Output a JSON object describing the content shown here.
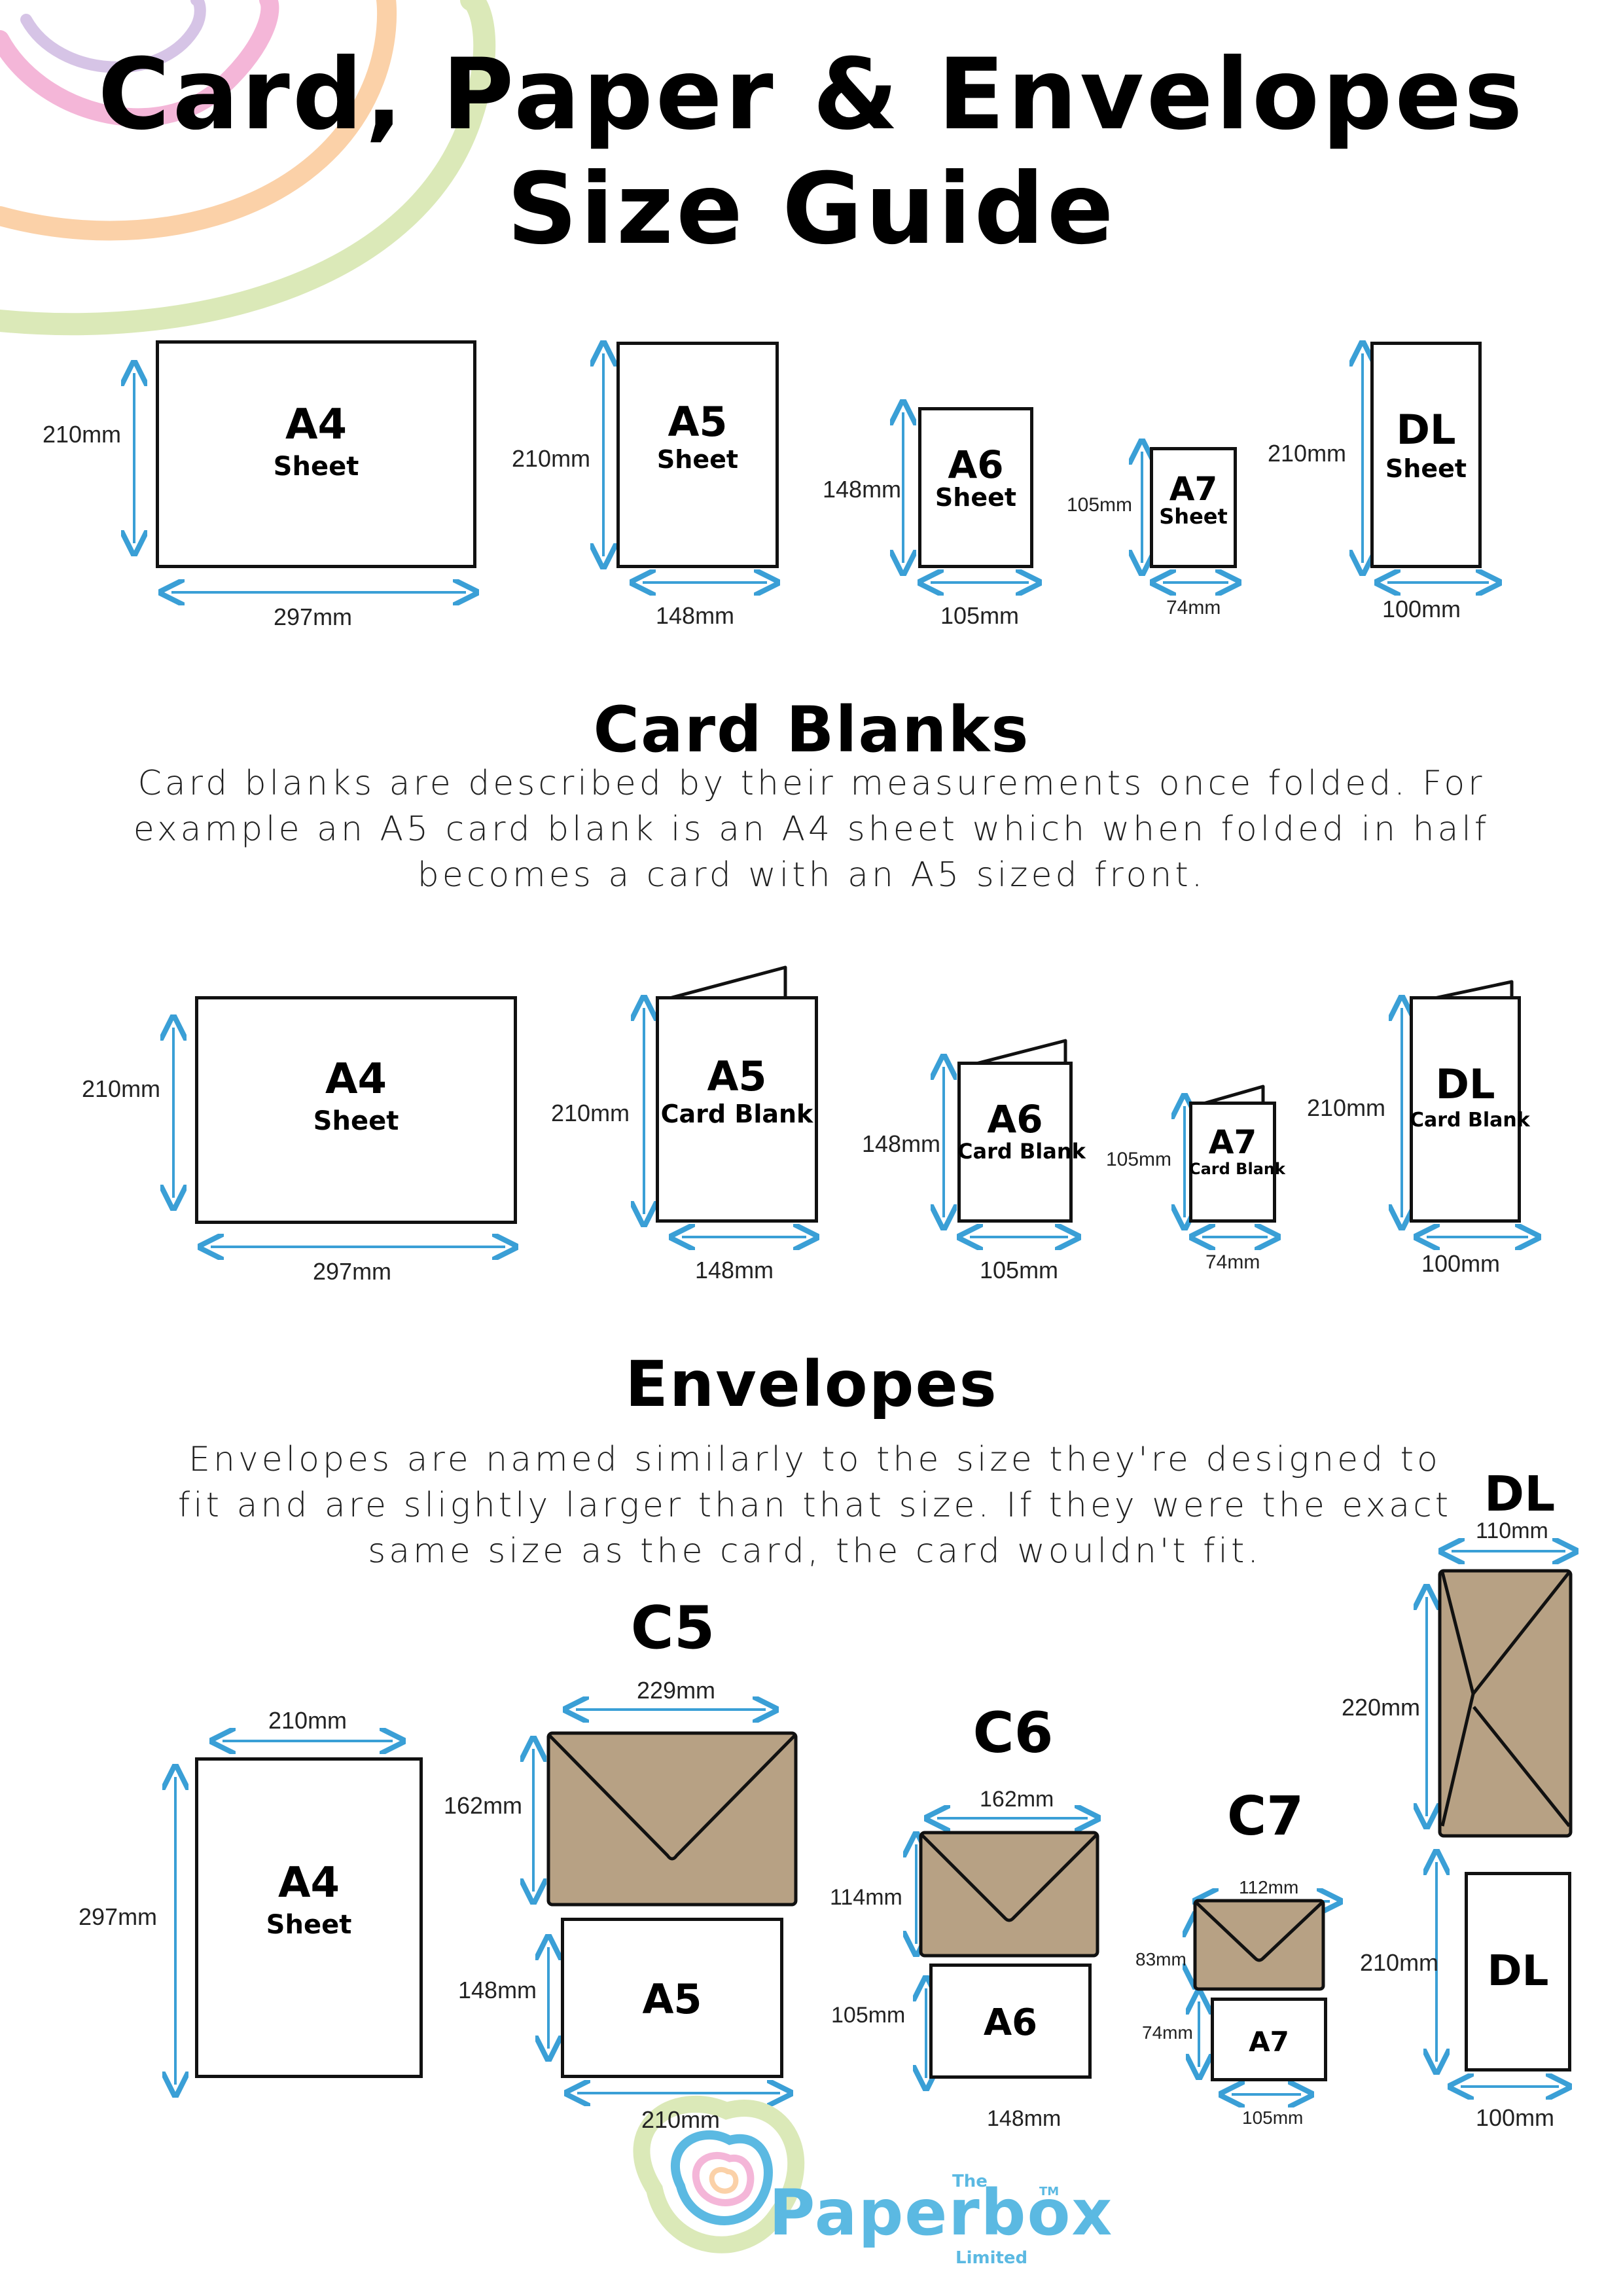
{
  "title": {
    "line1": "Card, Paper & Envelopes",
    "line2": "Size Guide"
  },
  "sheets": [
    {
      "name": "A4",
      "label": "Sheet",
      "height": "210mm",
      "width": "297mm"
    },
    {
      "name": "A5",
      "label": "Sheet",
      "height": "210mm",
      "width": "148mm"
    },
    {
      "name": "A6",
      "label": "Sheet",
      "height": "148mm",
      "width": "105mm"
    },
    {
      "name": "A7",
      "label": "Sheet",
      "height": "105mm",
      "width": "74mm"
    },
    {
      "name": "DL",
      "label": "Sheet",
      "height": "210mm",
      "width": "100mm"
    }
  ],
  "card_blanks": {
    "heading": "Card Blanks",
    "description": "Card blanks are described by their measurements once folded. For example an A5 card blank is an A4 sheet which when folded in half becomes a card with an A5 sized front.",
    "items": [
      {
        "name": "A4",
        "label": "Sheet",
        "height": "210mm",
        "width": "297mm"
      },
      {
        "name": "A5",
        "label": "Card Blank",
        "height": "210mm",
        "width": "148mm"
      },
      {
        "name": "A6",
        "label": "Card Blank",
        "height": "148mm",
        "width": "105mm"
      },
      {
        "name": "A7",
        "label": "Card Blank",
        "height": "105mm",
        "width": "74mm"
      },
      {
        "name": "DL",
        "label": "Card Blank",
        "height": "210mm",
        "width": "100mm"
      }
    ]
  },
  "envelopes": {
    "heading": "Envelopes",
    "description": "Envelopes are named similarly to the size they're designed to fit and are slightly larger than that size. If they were the exact same size as the card, the card wouldn't fit.",
    "a4": {
      "name": "A4",
      "label": "Sheet",
      "width": "210mm",
      "height": "297mm"
    },
    "c5": {
      "name": "C5",
      "env_width": "229mm",
      "env_height": "162mm",
      "card": "A5",
      "card_width": "210mm",
      "card_height": "148mm"
    },
    "c6": {
      "name": "C6",
      "env_width": "162mm",
      "env_height": "114mm",
      "card": "A6",
      "card_width": "148mm",
      "card_height": "105mm"
    },
    "c7": {
      "name": "C7",
      "env_width": "112mm",
      "env_height": "83mm",
      "card": "A7",
      "card_width": "105mm",
      "card_height": "74mm"
    },
    "dl": {
      "name": "DL",
      "env_width": "110mm",
      "env_height": "220mm",
      "card": "DL",
      "card_width": "100mm",
      "card_height": "210mm"
    }
  },
  "logo": {
    "text_small": "The",
    "text_main": "Paperbox",
    "text_tm": "TM",
    "text_sub": "Limited"
  },
  "colors": {
    "accent": "#3a9fd6",
    "envelope": "#b7a184",
    "swirl_pink": "#f4b6d8",
    "swirl_orange": "#fbd1a8",
    "swirl_green": "#dbe9b8",
    "swirl_lilac": "#d6c4e6"
  }
}
